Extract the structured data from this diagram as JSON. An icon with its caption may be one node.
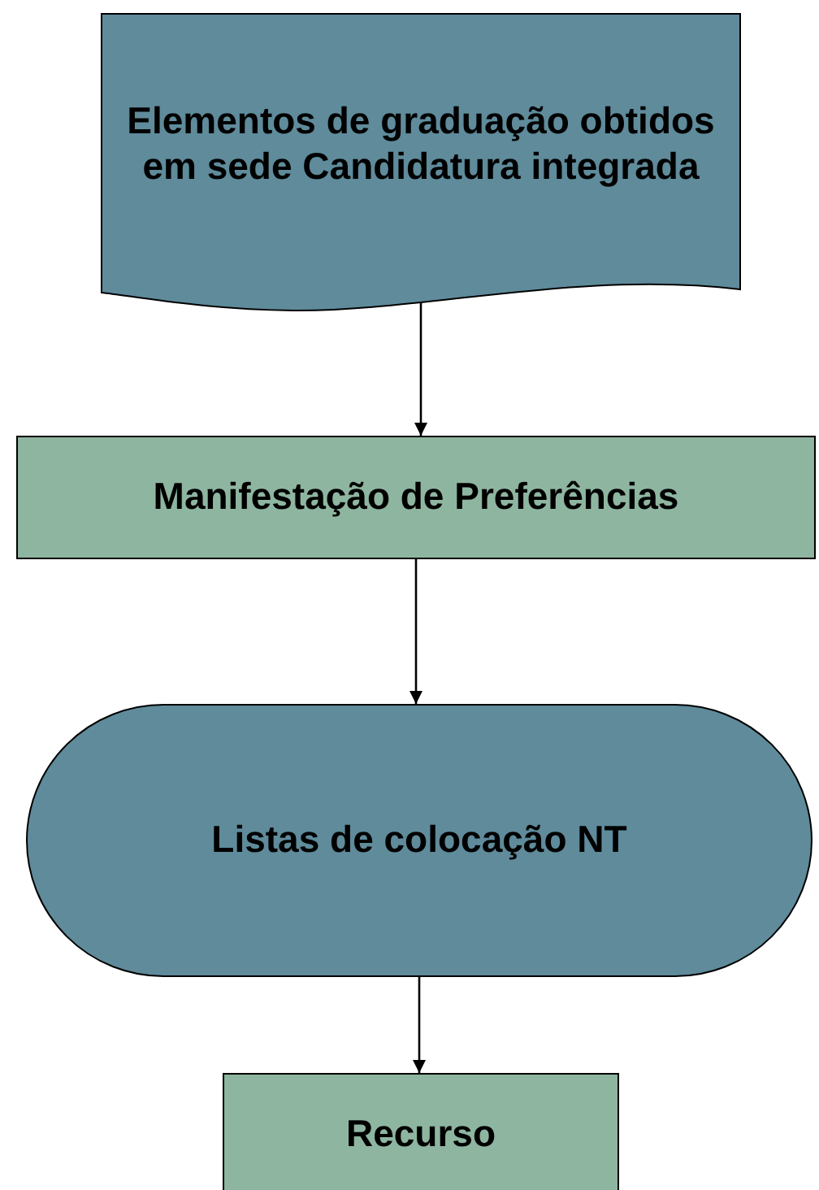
{
  "diagram": {
    "nodes": [
      {
        "text": [
          "Elementos de graduação obtidos em sede Candidatura integrada"
        ]
      },
      {
        "text": [
          "Manifestação de Preferências"
        ]
      },
      {
        "text": [
          "Listas de colocação NT"
        ]
      },
      {
        "text": [
          "Recurso"
        ]
      }
    ],
    "edges": [
      {
        "from": 0,
        "to": 1,
        "arrow": "to"
      },
      {
        "from": 1,
        "to": 2,
        "arrow": "to"
      },
      {
        "from": 2,
        "to": 3,
        "arrow": "to"
      }
    ]
  }
}
